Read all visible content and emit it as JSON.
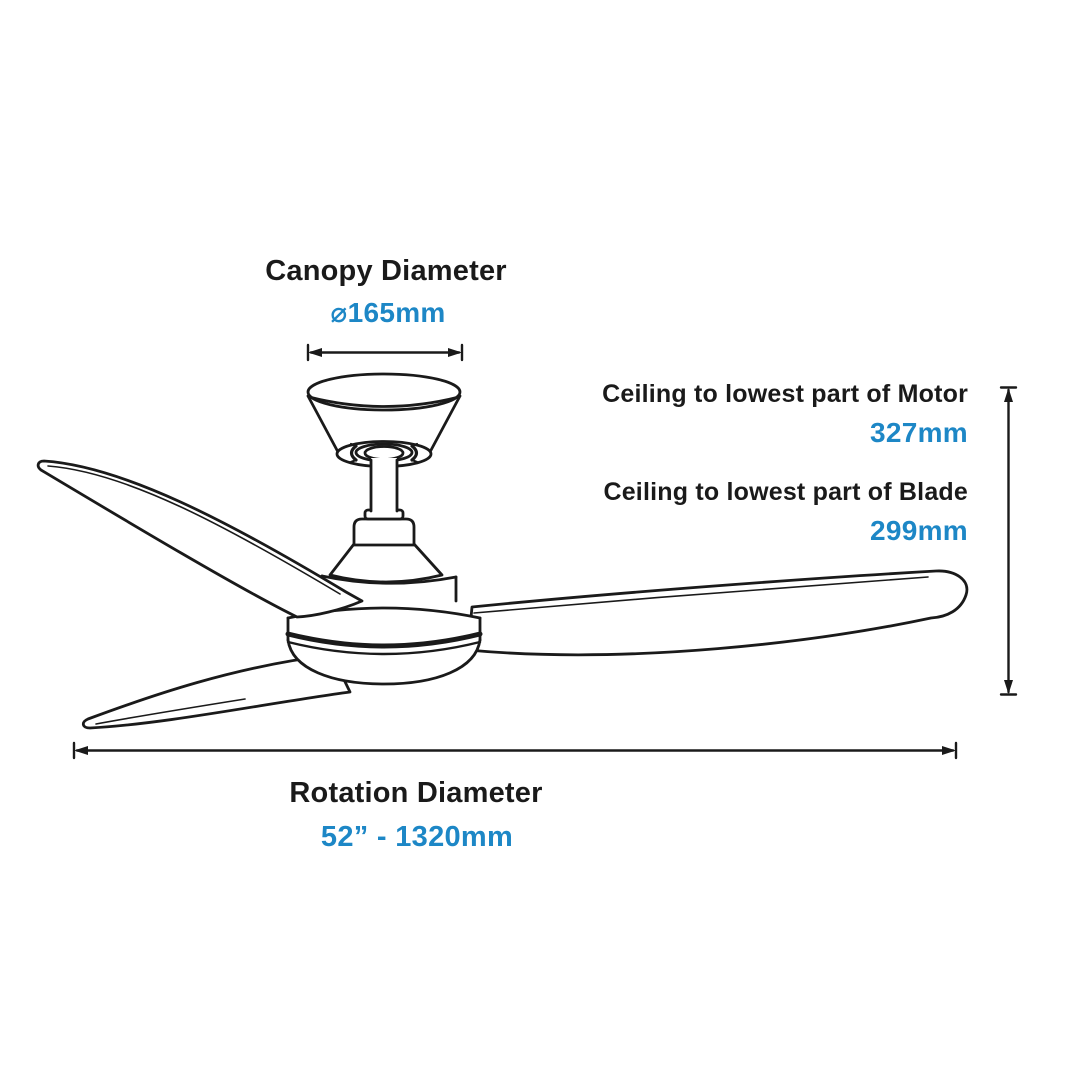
{
  "page": {
    "background": "#ffffff"
  },
  "colors": {
    "ink": "#1a1a1a",
    "accent_blue": "#1d87c6"
  },
  "figure": {
    "subject": "ceiling fan dimension line drawing",
    "blade_count": 3
  },
  "annotations": {
    "canopy": {
      "label": "Canopy Diameter",
      "value": "⌀165mm"
    },
    "ceiling_to_motor": {
      "label": "Ceiling to lowest part of Motor",
      "value": "327mm"
    },
    "ceiling_to_blade": {
      "label": "Ceiling to lowest part of Blade",
      "value": "299mm"
    },
    "rotation": {
      "label": "Rotation Diameter",
      "value": "52” - 1320mm"
    }
  }
}
